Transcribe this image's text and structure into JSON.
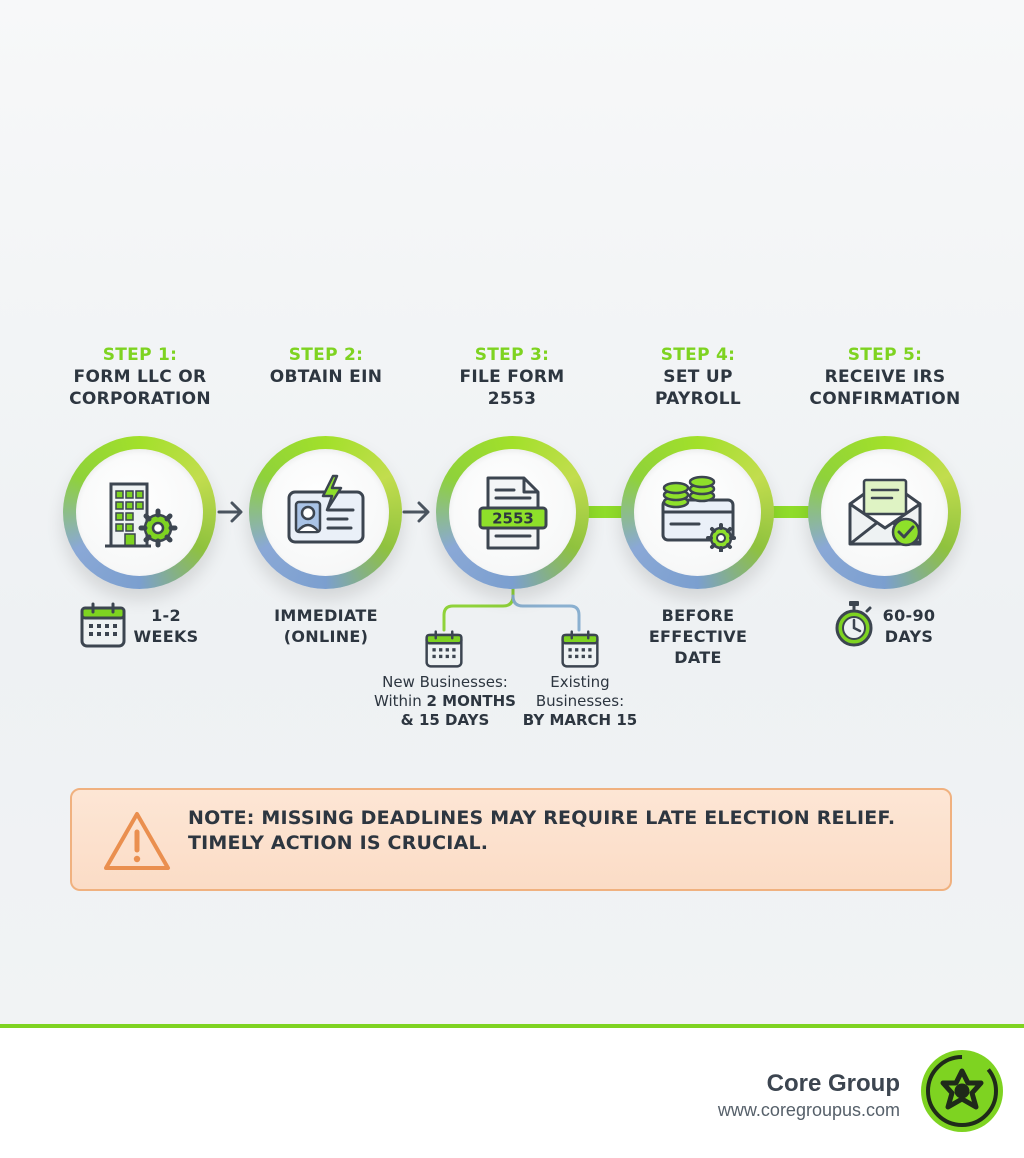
{
  "steps": [
    {
      "num": "STEP 1:",
      "title": "FORM LLC OR\nCORPORATION",
      "icon": "building-gear-icon",
      "duration": "1-2\nWEEKS",
      "duration_icon": "calendar-icon"
    },
    {
      "num": "STEP 2:",
      "title": "OBTAIN EIN",
      "icon": "id-card-lightning-icon",
      "duration": "IMMEDIATE\n(ONLINE)"
    },
    {
      "num": "STEP 3:",
      "title": "FILE FORM\n2553",
      "icon": "document-2553-icon",
      "form_label": "2553"
    },
    {
      "num": "STEP 4:",
      "title": "SET UP\nPAYROLL",
      "icon": "coins-card-gear-icon",
      "duration": "BEFORE\nEFFECTIVE\nDATE"
    },
    {
      "num": "STEP 5:",
      "title": "RECEIVE IRS\nCONFIRMATION",
      "icon": "envelope-check-icon",
      "duration": "60-90\nDAYS",
      "duration_icon": "stopwatch-icon"
    }
  ],
  "step3_branches": {
    "new": {
      "line1": "New Businesses:",
      "line2_pre": "Within ",
      "line2_bold": "2 MONTHS",
      "line3": "& 15 DAYS"
    },
    "existing": {
      "line1": "Existing",
      "line2": "Businesses:",
      "line3": "BY MARCH 15"
    }
  },
  "note": {
    "text": "NOTE: MISSING DEADLINES MAY REQUIRE LATE ELECTION RELIEF. TIMELY ACTION IS CRUCIAL.",
    "icon": "warning-triangle-icon"
  },
  "footer": {
    "brand": "Core Group",
    "url": "www.coregroupus.com",
    "logo_icon": "core-group-logo-icon"
  },
  "colors": {
    "accent": "#7ed321",
    "text": "#2d3640",
    "note_bg": "#fbdcc6",
    "note_border": "#f0b17f"
  }
}
